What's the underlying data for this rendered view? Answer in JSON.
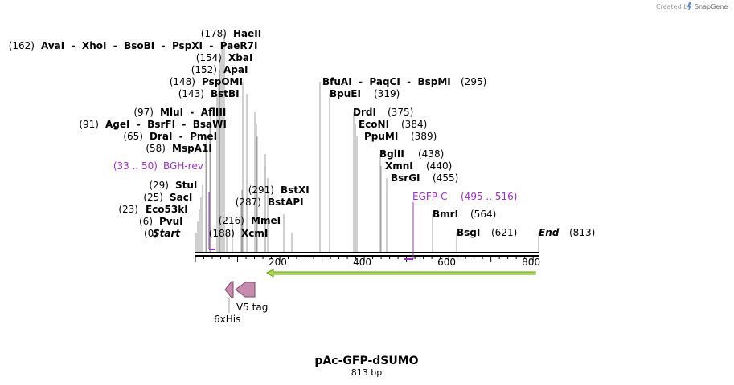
{
  "app": {
    "credit_text": "Created by",
    "brand": "SnapGene",
    "brand_icon": "snapgene-logo-icon"
  },
  "map": {
    "name": "pAc-GFP-dSUMO",
    "length_label": "813 bp",
    "length": 813,
    "ruler_ticks": [
      "200",
      "400",
      "600",
      "800"
    ]
  },
  "sites": [
    {
      "name": "Start",
      "pos": "(0)"
    },
    {
      "name": "PvuI",
      "pos": "(6)"
    },
    {
      "name": "Eco53kI",
      "pos": "(23)"
    },
    {
      "name": "SacI",
      "pos": "(25)"
    },
    {
      "name": "StuI",
      "pos": "(29)"
    },
    {
      "name": "MspA1I",
      "pos": "(58)"
    },
    {
      "name": "DraI  -  PmeI",
      "pos": "(65)"
    },
    {
      "name": "AgeI  -  BsrFI  -  BsaWI",
      "pos": "(91)"
    },
    {
      "name": "MluI  -  AflIII",
      "pos": "(97)"
    },
    {
      "name": "BstBI",
      "pos": "(143)"
    },
    {
      "name": "PspOMI",
      "pos": "(148)"
    },
    {
      "name": "ApaI",
      "pos": "(152)"
    },
    {
      "name": "XbaI",
      "pos": "(154)"
    },
    {
      "name": "AvaI  -  XhoI  -  BsoBI  -  PspXI  -  PaeR7I",
      "pos": "(162)"
    },
    {
      "name": "HaeII",
      "pos": "(178)"
    },
    {
      "name": "XcmI",
      "pos": "(188)"
    },
    {
      "name": "MmeI",
      "pos": "(216)"
    },
    {
      "name": "BstAPI",
      "pos": "(287)"
    },
    {
      "name": "BstXI",
      "pos": "(291)"
    },
    {
      "name": "BfuAI  -  PaqCI  -  BspMI",
      "pos": "(295)"
    },
    {
      "name": "BpuEI",
      "pos": "(319)"
    },
    {
      "name": "DrdI",
      "pos": "(375)"
    },
    {
      "name": "EcoNI",
      "pos": "(384)"
    },
    {
      "name": "PpuMI",
      "pos": "(389)"
    },
    {
      "name": "BglII",
      "pos": "(438)"
    },
    {
      "name": "XmnI",
      "pos": "(440)"
    },
    {
      "name": "BsrGI",
      "pos": "(455)"
    },
    {
      "name": "BmrI",
      "pos": "(564)"
    },
    {
      "name": "BsgI",
      "pos": "(621)"
    },
    {
      "name": "End",
      "pos": "(813)"
    }
  ],
  "primers": [
    {
      "name": "BGH-rev",
      "range": "(33 .. 50)",
      "color": "#9b30c8"
    },
    {
      "name": "EGFP-C",
      "range": "(495 .. 516)",
      "color": "#9b30c8"
    }
  ],
  "features": [
    {
      "name": "6xHis",
      "color": "#c98ab0"
    },
    {
      "name": "V5 tag",
      "color": "#c98ab0"
    },
    {
      "name": "",
      "color": "#a8e040"
    }
  ]
}
